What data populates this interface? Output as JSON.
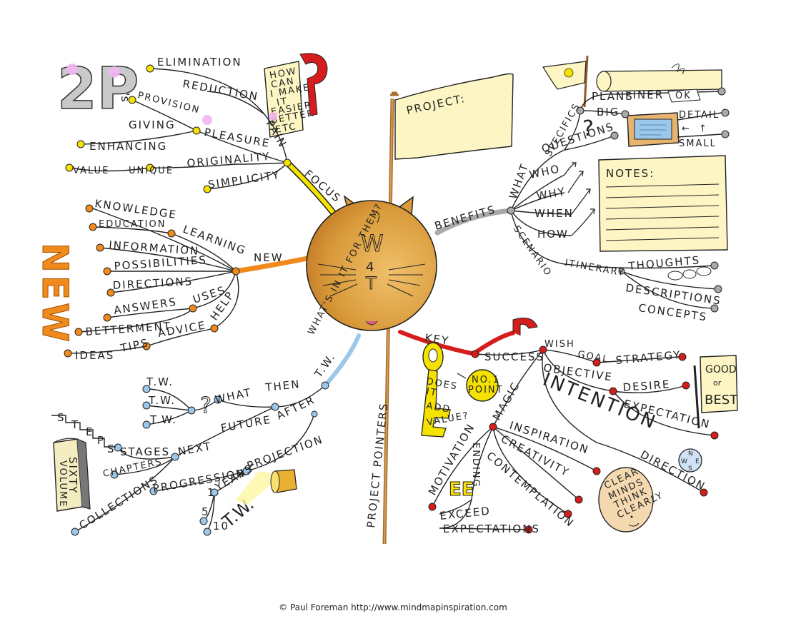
{
  "credit": "© Paul Foreman http://www.mindmapinspiration.com",
  "colors": {
    "yellow": "#f5e200",
    "orange": "#f08a1c",
    "grey": "#a9a9a9",
    "blue": "#9cc7e8",
    "red": "#d61d1d",
    "brown": "#c89146",
    "note": "#fdf6c4"
  },
  "center": {
    "letters": [
      "W",
      "4",
      "T"
    ],
    "label": "WHAT'S IN IT FOR THEM?"
  },
  "flag": {
    "label": "PROJECT:"
  },
  "axis": {
    "label": "PROJECT POINTERS"
  },
  "focus": {
    "mark": "2P",
    "mark_suffix": "'s",
    "branch": "FOCUS",
    "sign": [
      "HOW",
      "CAN",
      "I MAKE",
      "IT",
      "EASIER,",
      "BETTER",
      "ETC"
    ],
    "leaves": [
      "ELIMINATION",
      "REDUCTION",
      "PAIN",
      "PROVISION",
      "GIVING",
      "PLEASURE",
      "ENHANCING",
      "VALUE",
      "UNIQUE",
      "ORIGINALITY",
      "SIMPLICITY"
    ]
  },
  "new": {
    "banner": "NEW",
    "branch": "NEW",
    "leaves": [
      "KNOWLEDGE",
      "EDUCATION",
      "LEARNING",
      "INFORMATION",
      "POSSIBILITIES",
      "DIRECTIONS",
      "ANSWERS",
      "USES",
      "BETTERMENT",
      "HELP",
      "ADVICE",
      "TIPS",
      "IDEAS"
    ]
  },
  "tw": {
    "branch": "T.W.",
    "book": [
      "VOLUME",
      "SIXTY"
    ],
    "steps": [
      "S",
      "T",
      "E",
      "P",
      "S"
    ],
    "leaves": [
      "T.W.",
      "T.W.",
      "T.W.",
      "?",
      "WHAT",
      "THEN",
      "AFTER",
      "FUTURE",
      "NEXT",
      "STAGES",
      "CHAPTERS",
      "COLLECTIONS",
      "PROGRESSION",
      "PROJECTION",
      "YEARS",
      "1",
      "5",
      "10",
      "T.W."
    ]
  },
  "benefits": {
    "branch": "BENEFITS",
    "notes_title": "NOTES:",
    "leaves": [
      "WHAT",
      "SPECIFICS",
      "PLANS",
      "FINER",
      "OK",
      "BIG",
      "DETAIL",
      "SMALL",
      "QUESTIONS",
      "WHO",
      "WHY",
      "WHEN",
      "HOW",
      "SCENARIO",
      "ITINERARY",
      "THOUGHTS",
      "DESCRIPTIONS",
      "CONCEPTS"
    ]
  },
  "key": {
    "branch": "KEY",
    "key_text": [
      "DOES",
      "IT",
      "ADD",
      "VALUE?"
    ],
    "badge": [
      "NO.1",
      "POINT"
    ],
    "sign": [
      "GOOD",
      "or",
      "BEST"
    ],
    "face": [
      "CLEAR",
      "MINDS",
      "THINK",
      "CLEARLY"
    ],
    "compass": [
      "N",
      "W",
      "E",
      "S"
    ],
    "leaves": [
      "SUCCESS",
      "WISH",
      "GOAL",
      "STRATEGY",
      "OBJECTIVE",
      "DESIRE",
      "EXPECTATION",
      "INTENTION",
      "DIRECTION",
      "MAGIC",
      "INSPIRATION",
      "CREATIVITY",
      "CONTEMPLATION",
      "MOTIVATION",
      "EE",
      "ENDING",
      "EXCEED",
      "EXPECTATIONS"
    ]
  }
}
